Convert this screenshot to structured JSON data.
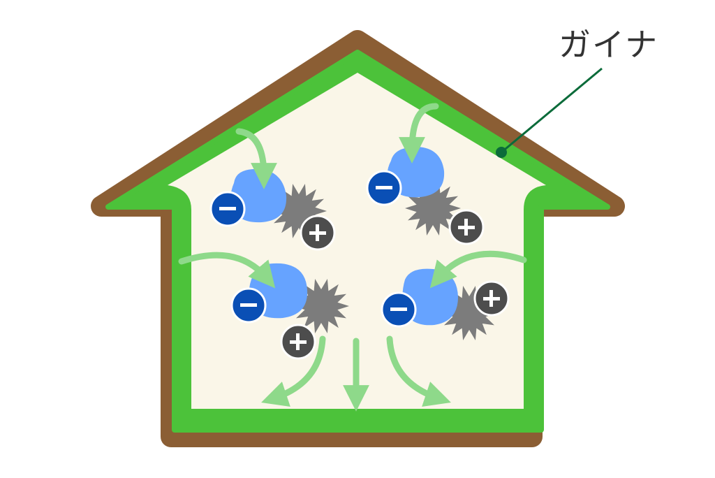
{
  "callout": {
    "label": "ガイナ"
  },
  "colors": {
    "house_frame": "#8B5E34",
    "coating_layer": "#4CC23A",
    "interior": "#FAF6E8",
    "leader_line": "#0B6B3A",
    "negative_ion": "#0A4FB5",
    "molecule": "#66A3FF",
    "dust_particle": "#7C7C7C",
    "positive_ion": "#4D4D4D",
    "air_flow_arrow": "#8ED98A"
  },
  "icons": {
    "negative_ion": "minus-sign",
    "positive_ion": "plus-sign",
    "flow": "curved-arrow"
  },
  "ion_clusters": [
    {
      "id": "top-left",
      "negative_symbol": "−",
      "positive_symbol": "+"
    },
    {
      "id": "top-right",
      "negative_symbol": "−",
      "positive_symbol": "+"
    },
    {
      "id": "middle-left",
      "negative_symbol": "−",
      "positive_symbol": "+"
    },
    {
      "id": "middle-right",
      "negative_symbol": "−",
      "positive_symbol": "+"
    }
  ]
}
